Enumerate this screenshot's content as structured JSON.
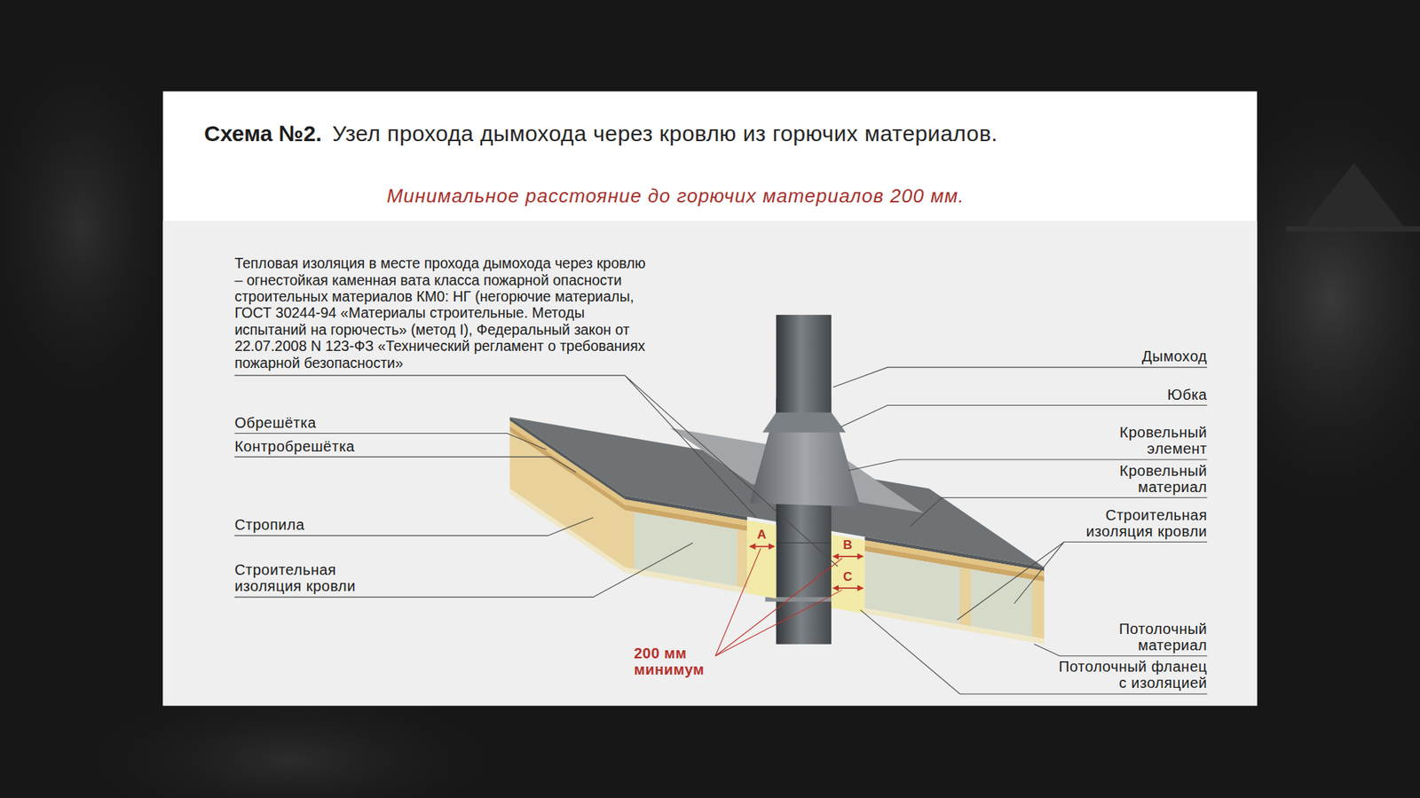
{
  "diagram": {
    "title": "Схема №2.",
    "labels": [
      "Узел прохода дымохода через кровлю из горючих материалов.",
      "Минимальное расстояние до горючих материалов 200 мм.",
      "Тепловая изоляция в месте прохода дымохода через кровлю – огнестойкая каменная вата класса пожарной опасности строительных материалов КМ0: НГ (негорючие материалы, ГОСТ 30244-94 «Материалы строительные. Методы испытаний на горючесть» (метод I), Федеральный закон от 22.07.2008 N 123-ФЗ «Технический регламент о требованиях пожарной безопасности»",
      "Обрешётка",
      "Контробрешётка",
      "Стропила",
      "Строительная изоляция кровли",
      "Дымоход",
      "Юбка",
      "Кровельный элемент",
      "Кровельный материал",
      "Строительная изоляция кровли",
      "Потолочный материал",
      "Потолочный фланец с изоляцией",
      "A",
      "B",
      "C",
      "200 мм минимум"
    ]
  }
}
